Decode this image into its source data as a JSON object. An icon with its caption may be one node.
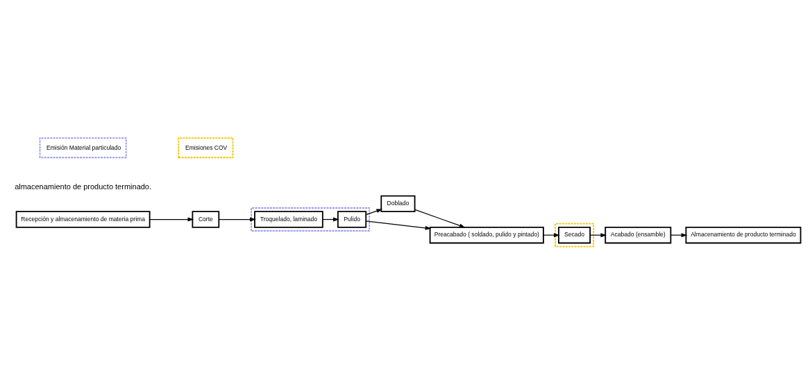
{
  "diagram": {
    "nodes": [
      {
        "text": [
          "Recepción y almacenamiento de materia prima"
        ]
      },
      {
        "text": [
          "Corte"
        ]
      },
      {
        "text": [],
        "shape": "box"
      },
      {
        "text": [
          "Troquelado, laminado"
        ],
        "in": 2
      },
      {
        "text": [
          "Pulido"
        ],
        "in": 2
      },
      {
        "text": [
          "Doblado"
        ]
      },
      {
        "text": [],
        "shape": "box"
      },
      {
        "text": [
          "Preacabado ( soldado, pulido y pintado)"
        ]
      },
      {
        "text": [
          "Secado"
        ],
        "in": 6
      },
      {
        "text": [
          "Acabado (ensamble)"
        ]
      },
      {
        "text": [
          "Almacenamiento de producto terminado"
        ]
      }
    ],
    "edges": [
      {
        "from": 0,
        "to": 1,
        "arrow": "to"
      },
      {
        "from": 1,
        "to": 3,
        "arrow": "to"
      },
      {
        "from": 3,
        "to": 4,
        "arrow": "to"
      },
      {
        "from": 4,
        "to": 5,
        "arrow": "to"
      },
      {
        "from": 5,
        "to": 7,
        "arrow": "to"
      },
      {
        "from": 4,
        "to": 7,
        "arrow": "to"
      },
      {
        "from": 7,
        "to": 8,
        "arrow": "to"
      },
      {
        "from": 8,
        "to": 9,
        "arrow": "to"
      },
      {
        "from": 9,
        "to": 10,
        "arrow": "to"
      }
    ],
    "labels": [
      "almacenamiento de producto terminado."
    ],
    "legend": [
      {
        "text": "Emisión Material particulado"
      },
      {
        "text": "Emisiones COV"
      }
    ]
  }
}
